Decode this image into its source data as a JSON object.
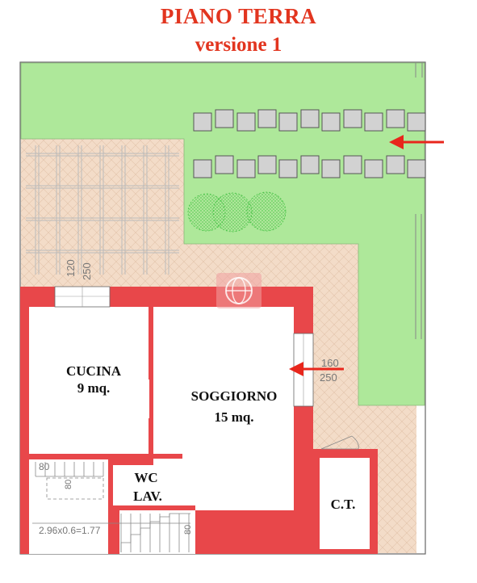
{
  "title": "PIANO  TERRA",
  "subtitle": "versione 1",
  "rooms": {
    "cucina": {
      "name": "CUCINA",
      "area": "9 mq."
    },
    "soggiorno": {
      "name": "SOGGIORNO",
      "area": "15 mq."
    },
    "wc": {
      "name": "WC",
      "sub": "LAV."
    },
    "ct": {
      "name": "C.T."
    }
  },
  "dimensions": {
    "window_top_w": "120",
    "window_top_h": "250",
    "window_right_w": "160",
    "window_right_h": "250",
    "stair_top": "80",
    "stair_mid": "80",
    "stair_bottom": "2.96x0.6=1.77",
    "stair_right": "80"
  },
  "colors": {
    "wall": "#e8474a",
    "garden": "#aee89a",
    "patio": "#f3dcc8",
    "title": "#e2351f",
    "arrow": "#e8261c",
    "stone": "#d2d2d2"
  }
}
